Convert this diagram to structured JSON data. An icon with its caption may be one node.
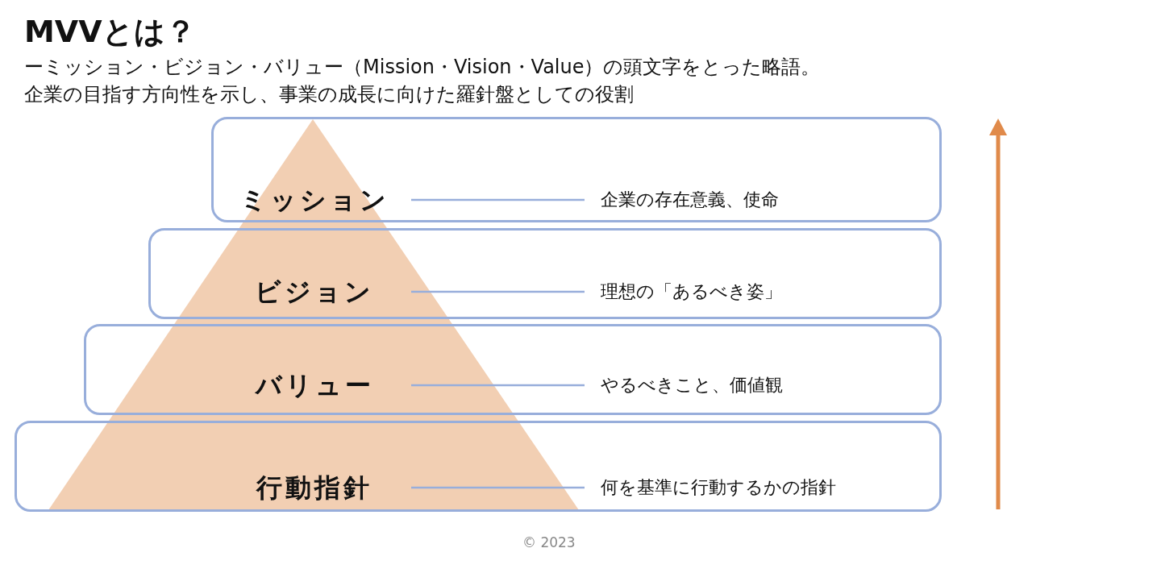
{
  "diagram": {
    "title": "MVVとは？",
    "nodes": [
      {
        "text": [],
        "shape": "box"
      },
      {
        "text": [
          "ミッション"
        ],
        "in": 0
      },
      {
        "text": [
          "企業の存在意義、使命"
        ],
        "in": 0
      },
      {
        "text": [],
        "shape": "box"
      },
      {
        "text": [
          "ビジョン"
        ],
        "in": 3
      },
      {
        "text": [
          "理想の「あるべき姿」"
        ],
        "in": 3
      },
      {
        "text": [],
        "shape": "box"
      },
      {
        "text": [
          "バリュー"
        ],
        "in": 6
      },
      {
        "text": [
          "やるべきこと、価値観"
        ],
        "in": 6
      },
      {
        "text": [],
        "shape": "box"
      },
      {
        "text": [
          "行動指針"
        ],
        "in": 9
      },
      {
        "text": [
          "何を基準に行動するかの指針"
        ],
        "in": 9
      }
    ],
    "edges": [
      {
        "from": 1,
        "to": 2,
        "arrow": "none"
      },
      {
        "from": 4,
        "to": 5,
        "arrow": "none"
      },
      {
        "from": 7,
        "to": 8,
        "arrow": "none"
      },
      {
        "from": 10,
        "to": 11,
        "arrow": "none"
      }
    ],
    "labels": [
      "ーミッション・ビジョン・バリュー（Mission・Vision・Value）の頭文字をとった略語。",
      "企業の目指す方向性を示し、事業の成長に向けた羅針盤としての役割",
      "© 2023"
    ]
  }
}
